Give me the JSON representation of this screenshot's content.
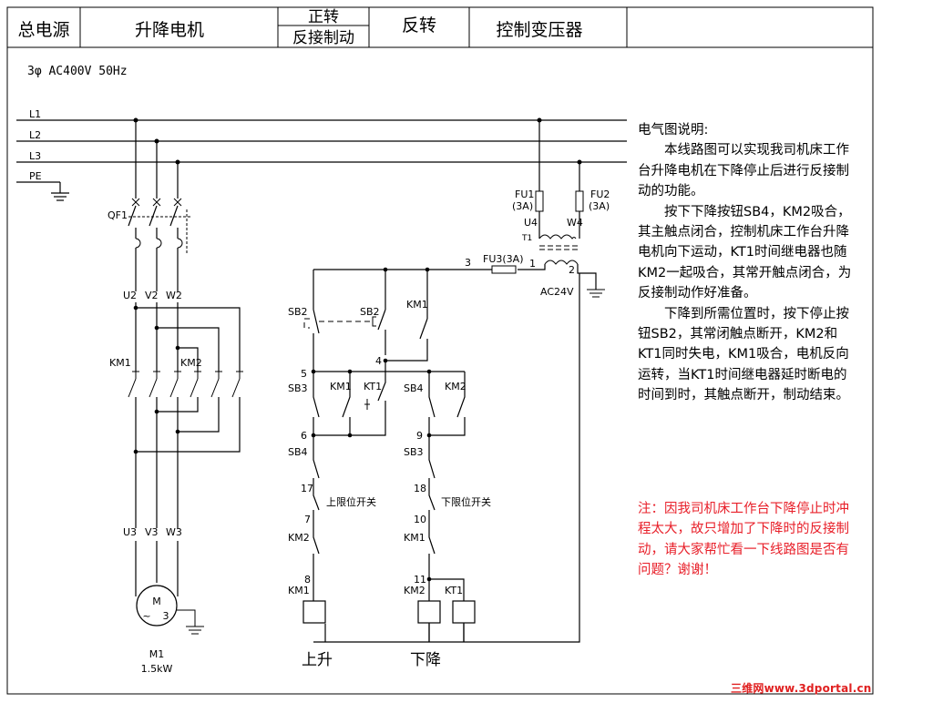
{
  "header": {
    "cells": [
      "总电源",
      "升降电机",
      "正转",
      "反接制动",
      "反转",
      "控制变压器"
    ]
  },
  "supply": "3φ  AC400V  50Hz",
  "lines": [
    "L1",
    "L2",
    "L3",
    "PE"
  ],
  "labels": {
    "qf1": "QF1",
    "u2": "U2",
    "v2": "V2",
    "w2": "W2",
    "km1_main": "KM1",
    "km2_main": "KM2",
    "u3": "U3",
    "v3": "V3",
    "w3": "W3",
    "motor_m": "M",
    "motor_phase": "3",
    "motor_tilde": "~",
    "m1": "M1",
    "power": "1.5kW",
    "fu1": "FU1",
    "fu1_rating": "(3A)",
    "fu2": "FU2",
    "fu2_rating": "(3A)",
    "u4": "U4",
    "w4": "W4",
    "t1": "T1",
    "fu3": "FU3(3A)",
    "n1": "1",
    "n2": "2",
    "n3": "3",
    "n4": "4",
    "n5": "5",
    "n6": "6",
    "n7": "7",
    "n8": "8",
    "n9": "9",
    "n10": "10",
    "n11": "11",
    "n17": "17",
    "n18": "18",
    "ac24v": "AC24V",
    "sb2a": "SB2",
    "sb2b": "SB2",
    "km1_hold": "KM1",
    "sb3a": "SB3",
    "km1_a": "KM1",
    "kt1_a": "KT1",
    "sb4a": "SB4",
    "km2_a": "KM2",
    "sb4b": "SB4",
    "sb3b": "SB3",
    "upper_limit": "上限位开关",
    "lower_limit": "下限位开关",
    "km2_il": "KM2",
    "km1_il": "KM1",
    "coil_km1": "KM1",
    "coil_km2": "KM2",
    "coil_kt1": "KT1",
    "up": "上升",
    "down": "下降"
  },
  "description": {
    "title": "电气图说明:",
    "p1": "本线路图可以实现我司机床工作台升降电机在下降停止后进行反接制动的功能。",
    "p2": "按下下降按钮SB4，KM2吸合，其主触点闭合，控制机床工作台升降电机向下运动，KT1时间继电器也随KM2一起吸合，其常开触点闭合，为反接制动作好准备。",
    "p3": "下降到所需位置时，按下停止按钮SB2，其常闭触点断开，KM2和KT1同时失电，KM1吸合，电机反向运转，当KT1时间继电器延时断电的时间到时，其触点断开，制动结束。"
  },
  "note": "注：因我司机床工作台下降停止时冲程太大，故只增加了下降时的反接制动，请大家帮忙看一下线路图是否有问题？谢谢！",
  "watermark": "三维网www.3dportal.cn",
  "colors": {
    "note": "#e8202a",
    "watermark": "#e02020"
  }
}
